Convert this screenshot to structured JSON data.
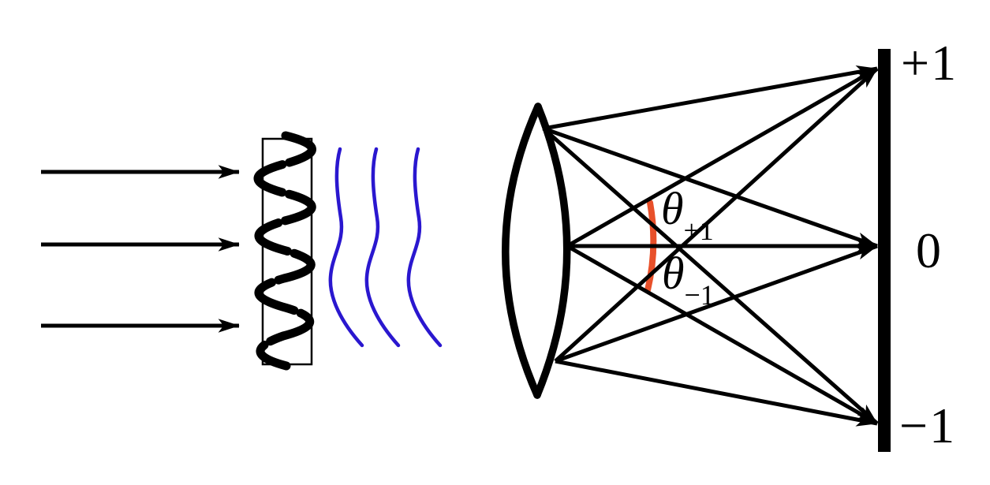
{
  "diagram": {
    "order_labels": [
      {
        "id": "plus1",
        "text": "+1"
      },
      {
        "id": "zero",
        "text": "0"
      },
      {
        "id": "minus1",
        "text": "−1"
      }
    ],
    "angle_labels": [
      {
        "id": "theta-plus1",
        "symbol": "θ",
        "subscript": "+1"
      },
      {
        "id": "theta-minus1",
        "symbol": "θ",
        "subscript": "−1"
      }
    ],
    "colors": {
      "ink": "#000000",
      "wavefront_blue": "#2a17cf",
      "angle_arc_orange": "#e8502a"
    }
  }
}
